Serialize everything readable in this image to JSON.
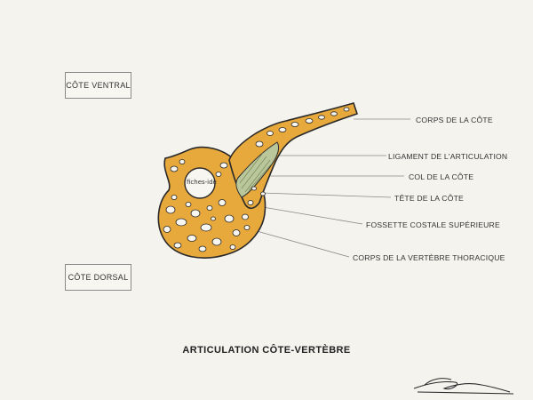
{
  "side_labels": {
    "ventral": "CÔTE VENTRAL",
    "dorsal": "CÔTE DORSAL"
  },
  "anatomy_labels": [
    "CORPS DE LA CÔTE",
    "LIGAMENT DE L'ARTICULATION",
    "COL DE LA CÔTE",
    "TÊTE DE LA CÔTE",
    "FOSSETTE COSTALE SUPÉRIEURE",
    "CORPS DE LA VERTÈBRE THORACIQUE"
  ],
  "foramen_text": "fiches-ide",
  "title": "ARTICULATION CÔTE-VERTÈBRE",
  "colors": {
    "bone": "#e8a93c",
    "outline": "#2a2a2a",
    "ligament": "#b9c79a",
    "background": "#f4f3ee"
  }
}
